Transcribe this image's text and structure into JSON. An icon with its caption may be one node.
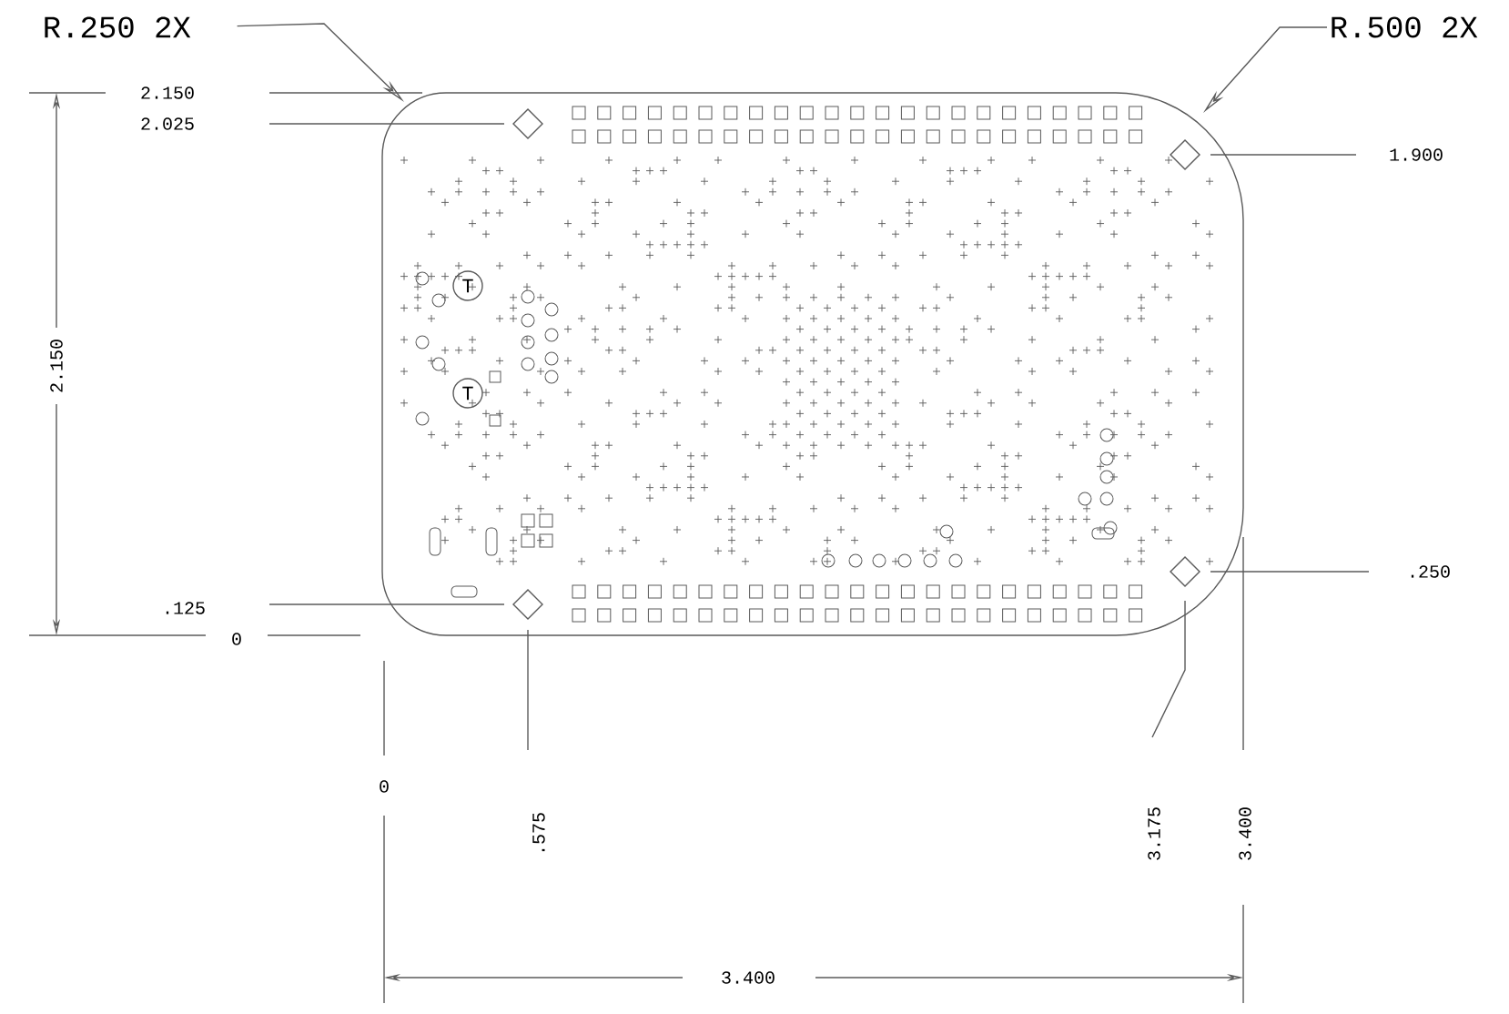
{
  "diagram": {
    "nodes": [
      {
        "text": [
          "R.250 2X"
        ]
      },
      {
        "text": [
          "R.500 2X"
        ]
      }
    ],
    "edges": [
      {
        "from": 0,
        "to": null,
        "arrow": "to"
      },
      {
        "from": 1,
        "to": null,
        "arrow": "to"
      }
    ],
    "labels": [
      "2.150",
      "2.025",
      "1.900",
      "2.150",
      "T",
      "T",
      ".125",
      "0",
      ".250",
      "0",
      ".575",
      "3.175",
      "3.400",
      "3.400"
    ]
  }
}
